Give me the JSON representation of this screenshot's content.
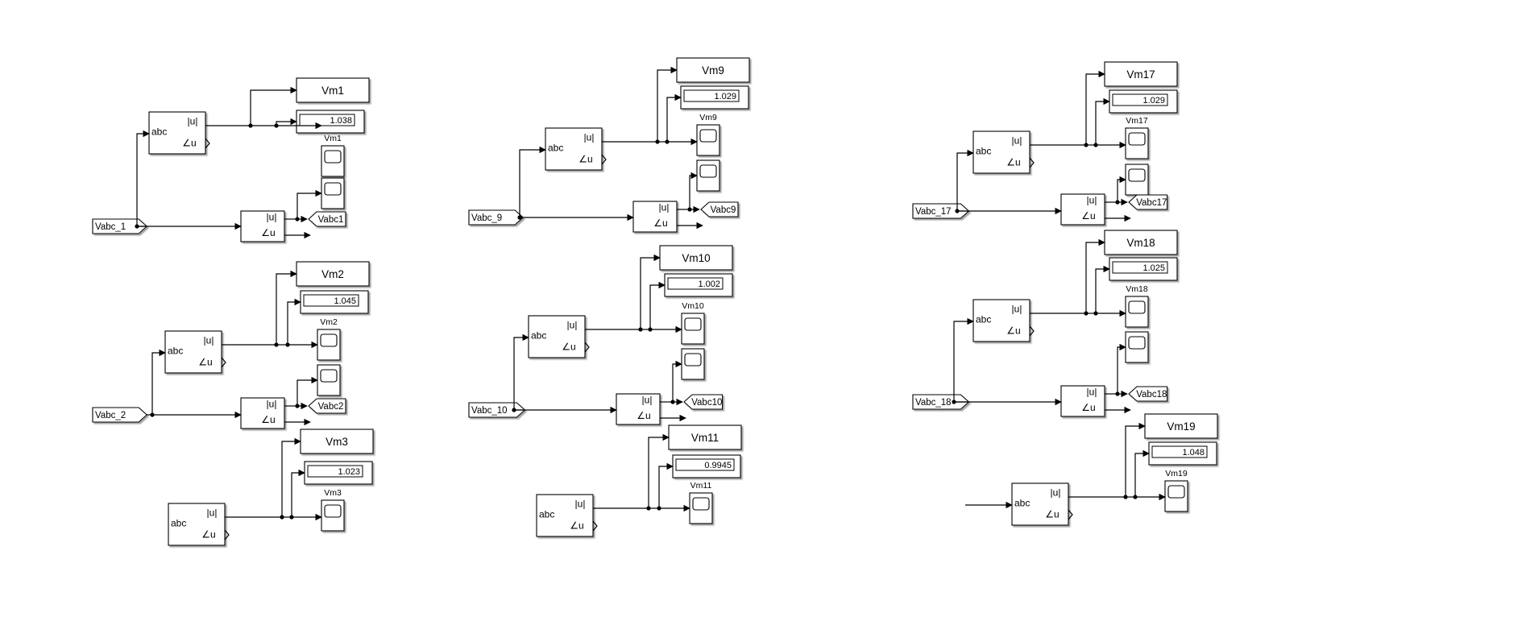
{
  "groups": [
    {
      "id": "g1",
      "rows": [
        {
          "input": "Vabc_1",
          "goto_tag": "Vabc1",
          "vm_label": "Vm1",
          "display_value": "1.038",
          "scope_label": "Vm1"
        },
        {
          "input": "Vabc_2",
          "goto_tag": "Vabc2",
          "vm_label": "Vm2",
          "display_value": "1.045",
          "scope_label": "Vm2"
        },
        {
          "input": "",
          "goto_tag": "",
          "vm_label": "Vm3",
          "display_value": "1.023",
          "scope_label": "Vm3"
        }
      ]
    },
    {
      "id": "g2",
      "rows": [
        {
          "input": "Vabc_9",
          "goto_tag": "Vabc9",
          "vm_label": "Vm9",
          "display_value": "1.029",
          "scope_label": "Vm9"
        },
        {
          "input": "Vabc_10",
          "goto_tag": "Vabc10",
          "vm_label": "Vm10",
          "display_value": "1.002",
          "scope_label": "Vm10"
        },
        {
          "input": "",
          "goto_tag": "",
          "vm_label": "Vm11",
          "display_value": "0.9945",
          "scope_label": "Vm11"
        }
      ]
    },
    {
      "id": "g3",
      "rows": [
        {
          "input": "Vabc_17",
          "goto_tag": "Vabc17",
          "vm_label": "Vm17",
          "display_value": "1.029",
          "scope_label": "Vm17"
        },
        {
          "input": "Vabc_18",
          "goto_tag": "Vabc18",
          "vm_label": "Vm18",
          "display_value": "1.025",
          "scope_label": "Vm18"
        },
        {
          "input": "",
          "goto_tag": "",
          "vm_label": "Vm19",
          "display_value": "1.048",
          "scope_label": "Vm19"
        }
      ]
    }
  ],
  "block_labels": {
    "abc": "abc",
    "magnitude": "|u|",
    "angle": "∠u"
  },
  "colors": {
    "background": "#ffffff",
    "line": "#000000",
    "block_fill": "#ffffff",
    "block_shadow": "#a0a0a0"
  }
}
